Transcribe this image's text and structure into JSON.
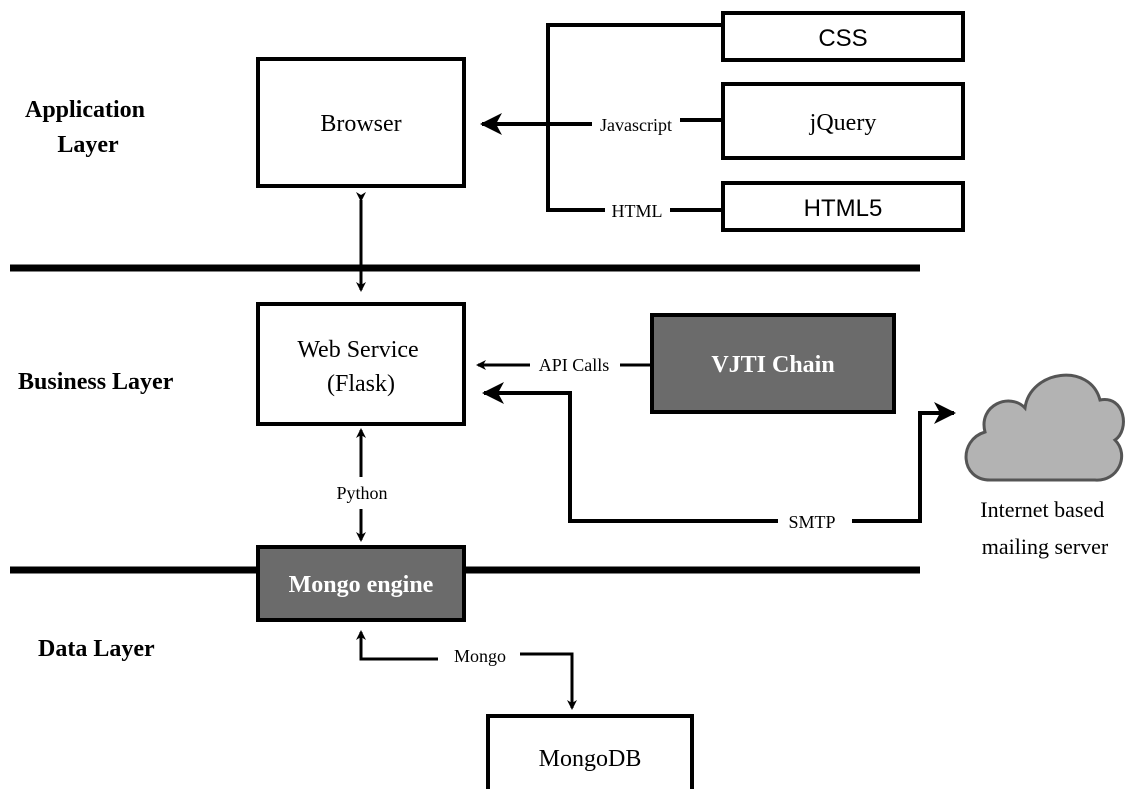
{
  "layers": {
    "application": [
      "Application",
      "Layer"
    ],
    "business": "Business Layer",
    "data": "Data Layer"
  },
  "nodes": {
    "browser": "Browser",
    "css": "CSS",
    "jquery": "jQuery",
    "html5": "HTML5",
    "web_service": [
      "Web Service",
      "(Flask)"
    ],
    "vjti_chain": "VJTI Chain",
    "mongo_engine": "Mongo engine",
    "mongodb": "MongoDB",
    "cloud": [
      "Internet based",
      "mailing server"
    ]
  },
  "edges": {
    "javascript": "Javascript",
    "html": "HTML",
    "api_calls": "API Calls",
    "smtp": "SMTP",
    "python": "Python",
    "mongo": "Mongo"
  },
  "colors": {
    "dark_box": "#6b6b6b",
    "cloud_fill": "#b3b3b3",
    "line": "#000000"
  }
}
